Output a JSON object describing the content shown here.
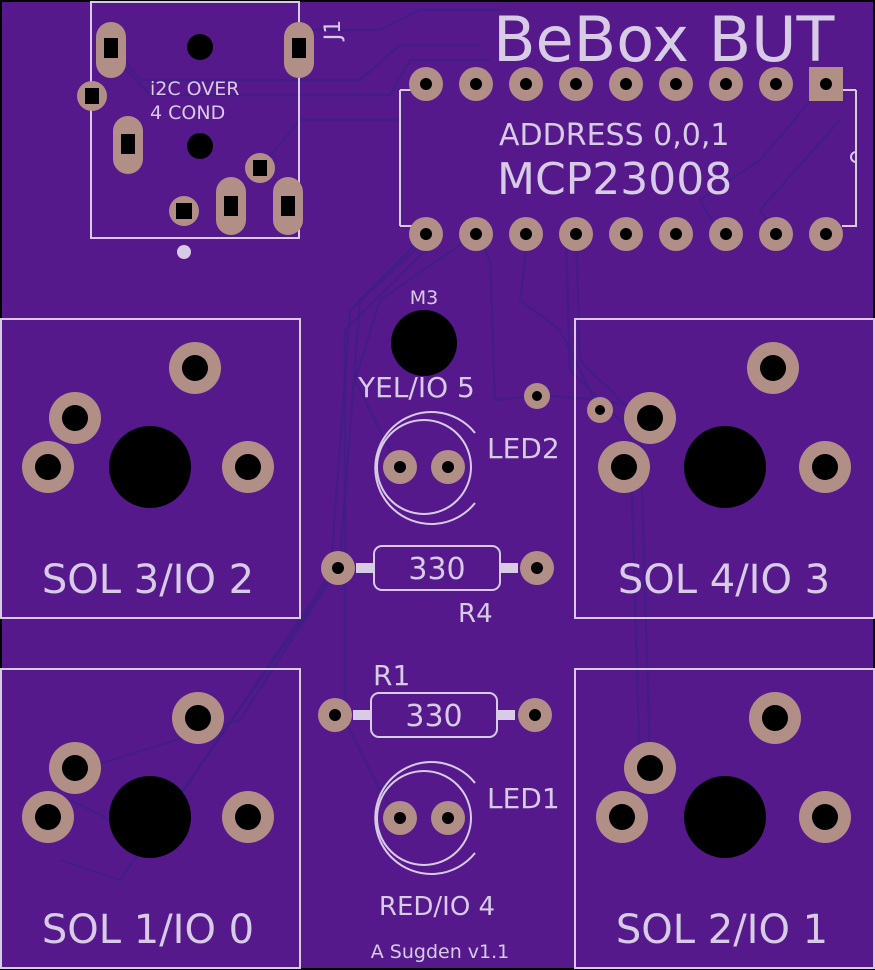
{
  "board": {
    "title": "BeBox BUT",
    "author_version": "A Sugden v1.1",
    "colors": {
      "board": "#55198b",
      "silkscreen": "#d7cbe6",
      "pad": "#b18f86",
      "trace": "#3f1d86"
    }
  },
  "connector": {
    "ref": "J1",
    "note_line1": "i2C OVER",
    "note_line2": "4 COND"
  },
  "ic": {
    "address": "ADDRESS 0,0,1",
    "part": "MCP23008",
    "pins_per_row": 9
  },
  "mount": {
    "ref": "M3"
  },
  "leds": [
    {
      "ref": "LED2",
      "label": "YEL/IO 5"
    },
    {
      "ref": "LED1",
      "label": "RED/IO 4"
    }
  ],
  "resistors": [
    {
      "ref": "R4",
      "value": "330"
    },
    {
      "ref": "R1",
      "value": "330"
    }
  ],
  "solenoids": [
    {
      "label": "SOL 3/IO 2"
    },
    {
      "label": "SOL 4/IO 3"
    },
    {
      "label": "SOL 1/IO 0"
    },
    {
      "label": "SOL 2/IO 1"
    }
  ]
}
